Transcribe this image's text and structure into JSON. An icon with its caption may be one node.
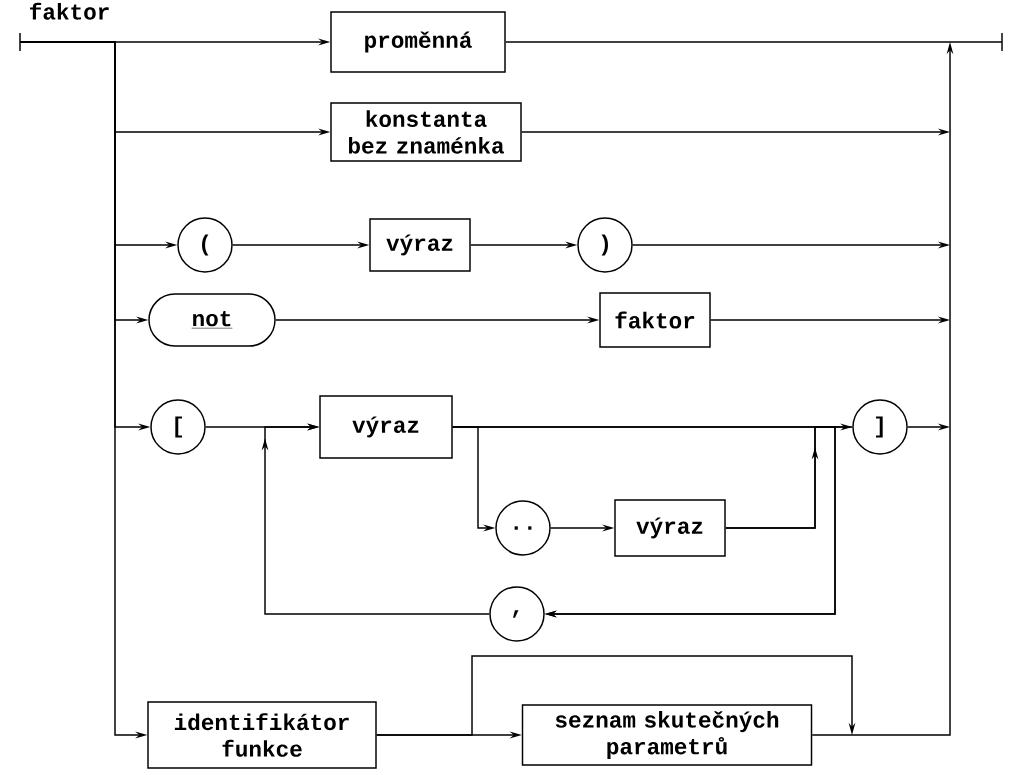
{
  "diagram": {
    "title": "faktor",
    "nodes": [
      {
        "text": [
          "proměnná"
        ]
      },
      {
        "text": [
          "konstanta bez znaménka"
        ]
      },
      {
        "text": [
          "("
        ]
      },
      {
        "text": [
          "výraz"
        ]
      },
      {
        "text": [
          ")"
        ]
      },
      {
        "text": [
          "not"
        ]
      },
      {
        "text": [
          "faktor"
        ]
      },
      {
        "text": [
          "["
        ]
      },
      {
        "text": [
          "výraz"
        ]
      },
      {
        "text": [
          ".."
        ]
      },
      {
        "text": [
          "výraz"
        ]
      },
      {
        "text": [
          "]"
        ]
      },
      {
        "text": [
          ","
        ]
      },
      {
        "text": [
          "identifikátor funkce"
        ]
      },
      {
        "text": [
          "seznam skutečných parametrů"
        ]
      }
    ],
    "edges": [
      {
        "from": null,
        "to": 0,
        "arrow": "to"
      },
      {
        "from": null,
        "to": 1,
        "arrow": "to"
      },
      {
        "from": null,
        "to": 2,
        "arrow": "to"
      },
      {
        "from": null,
        "to": 5,
        "arrow": "to"
      },
      {
        "from": null,
        "to": 7,
        "arrow": "to"
      },
      {
        "from": null,
        "to": 13,
        "arrow": "to"
      },
      {
        "from": 0,
        "to": null,
        "arrow": "none"
      },
      {
        "from": 1,
        "to": null,
        "arrow": "to"
      },
      {
        "from": 2,
        "to": 3,
        "arrow": "to"
      },
      {
        "from": 3,
        "to": 4,
        "arrow": "to"
      },
      {
        "from": 4,
        "to": null,
        "arrow": "to"
      },
      {
        "from": 5,
        "to": 6,
        "arrow": "to"
      },
      {
        "from": 6,
        "to": null,
        "arrow": "to"
      },
      {
        "from": 7,
        "to": 8,
        "arrow": "to"
      },
      {
        "from": 8,
        "to": 11,
        "arrow": "none"
      },
      {
        "from": 8,
        "to": 9,
        "arrow": "to"
      },
      {
        "from": 9,
        "to": 10,
        "arrow": "to"
      },
      {
        "from": 10,
        "to": 11,
        "arrow": "to"
      },
      {
        "from": 8,
        "to": 12,
        "arrow": "to"
      },
      {
        "from": 10,
        "to": 12,
        "arrow": "to"
      },
      {
        "from": 12,
        "to": 8,
        "arrow": "to"
      },
      {
        "from": 11,
        "to": null,
        "arrow": "to"
      },
      {
        "from": 13,
        "to": 14,
        "arrow": "to"
      },
      {
        "from": 13,
        "to": null,
        "arrow": "to"
      },
      {
        "from": 14,
        "to": null,
        "arrow": "to"
      }
    ]
  }
}
